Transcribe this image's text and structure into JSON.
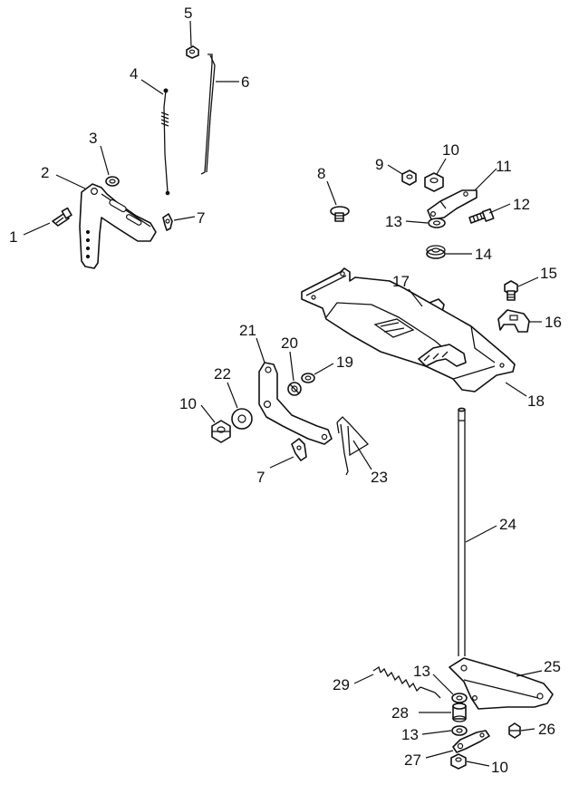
{
  "diagram": {
    "callouts": [
      "1",
      "2",
      "3",
      "4",
      "5",
      "6",
      "7",
      "8",
      "9",
      "10",
      "11",
      "12",
      "13",
      "14",
      "15",
      "16",
      "17",
      "18",
      "19",
      "20",
      "21",
      "22",
      "10",
      "7",
      "23",
      "24",
      "25",
      "13",
      "29",
      "28",
      "13",
      "26",
      "27",
      "10"
    ]
  }
}
